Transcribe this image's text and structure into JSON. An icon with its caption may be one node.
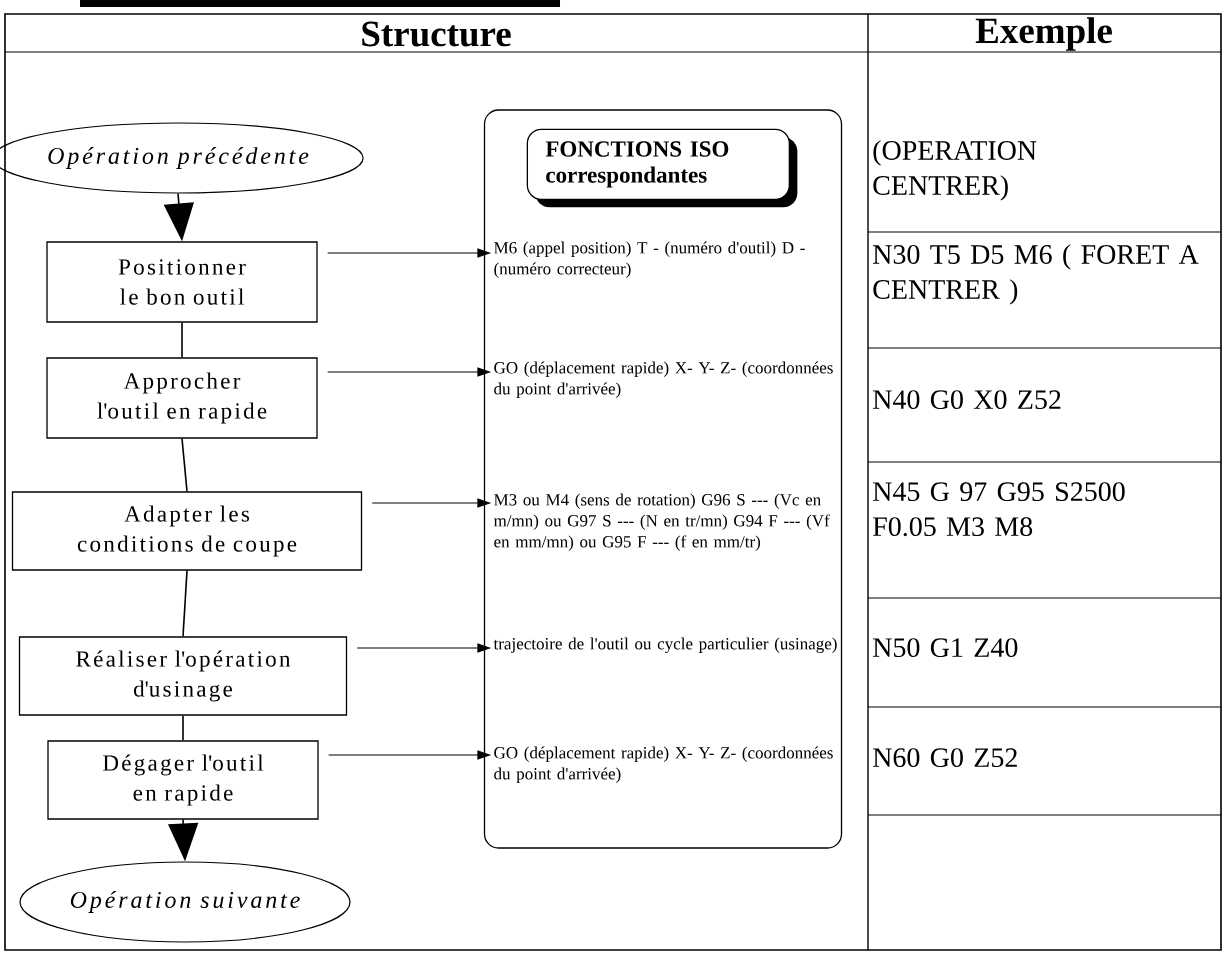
{
  "diagram": {
    "nodes": [
      {
        "text": [
          "Opération précédente"
        ]
      },
      {
        "text": [
          "Positionner le bon outil"
        ]
      },
      {
        "text": [
          "Approcher l'outil en rapide"
        ]
      },
      {
        "text": [
          "Adapter les conditions de coupe"
        ]
      },
      {
        "text": [
          "Réaliser l'opération d'usinage"
        ]
      },
      {
        "text": [
          "Dégager l'outil en rapide"
        ]
      },
      {
        "text": [
          "Opération suivante"
        ]
      },
      {
        "text": [],
        "shape": "box"
      },
      {
        "text": [
          "FONCTIONS ISO correspondantes"
        ],
        "in": 7
      },
      {
        "text": [
          "M6 (appel position) T - (numéro d'outil) D - (numéro correcteur)"
        ],
        "in": 7
      },
      {
        "text": [
          "GO (déplacement rapide) X- Y- Z- (coordonnées du point d'arrivée)"
        ],
        "in": 7
      },
      {
        "text": [
          "M3 ou M4 (sens de rotation) G96 S --- (Vc en m/mn) ou G97 S --- (N en tr/mn) G94 F --- (Vf en mm/mn) ou G95 F --- (f en mm/tr)"
        ],
        "in": 7
      },
      {
        "text": [
          "trajectoire de l'outil ou cycle particulier (usinage)"
        ],
        "in": 7
      },
      {
        "text": [
          "GO (déplacement rapide) X- Y- Z- (coordonnées du point d'arrivée)"
        ],
        "in": 7
      }
    ],
    "edges": [
      {
        "from": 0,
        "to": 1,
        "arrow": "to"
      },
      {
        "from": 1,
        "to": 2,
        "arrow": "none"
      },
      {
        "from": 2,
        "to": 3,
        "arrow": "none"
      },
      {
        "from": 3,
        "to": 4,
        "arrow": "none"
      },
      {
        "from": 4,
        "to": 5,
        "arrow": "none"
      },
      {
        "from": 5,
        "to": 6,
        "arrow": "to"
      },
      {
        "from": 1,
        "to": 9,
        "arrow": "to"
      },
      {
        "from": 2,
        "to": 10,
        "arrow": "to"
      },
      {
        "from": 3,
        "to": 11,
        "arrow": "to"
      },
      {
        "from": 4,
        "to": 12,
        "arrow": "to"
      },
      {
        "from": 5,
        "to": 13,
        "arrow": "to"
      }
    ],
    "labels": [
      "Structure",
      "Exemple",
      "(OPERATION CENTRER)",
      "N30 T5 D5 M6 ( FORET A CENTRER )",
      "N40 G0 X0 Z52",
      "N45 G 97 G95 S2500 F0.05 M3 M8",
      "N50 G1 Z40",
      "N60 G0 Z52"
    ]
  }
}
